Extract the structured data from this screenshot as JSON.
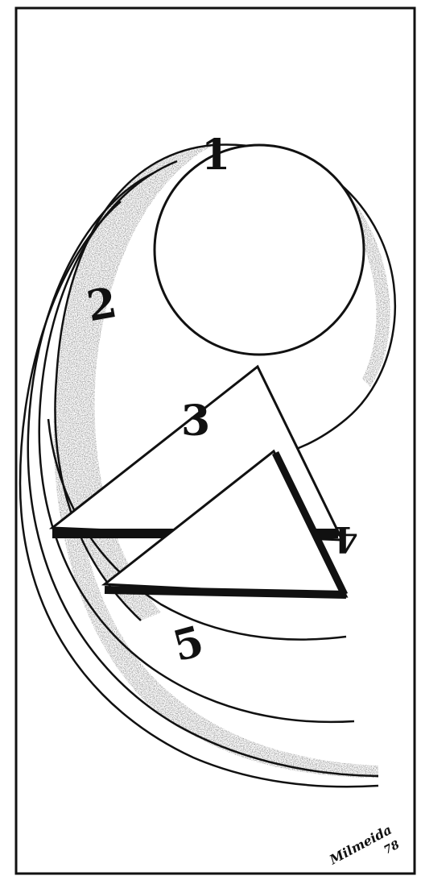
{
  "artwork": {
    "labels": [
      "1",
      "2",
      "3",
      "4",
      "5"
    ],
    "signature": "Milmeida",
    "signature_year": "78",
    "ink_color": "#111111",
    "paper_color": "#ffffff"
  }
}
